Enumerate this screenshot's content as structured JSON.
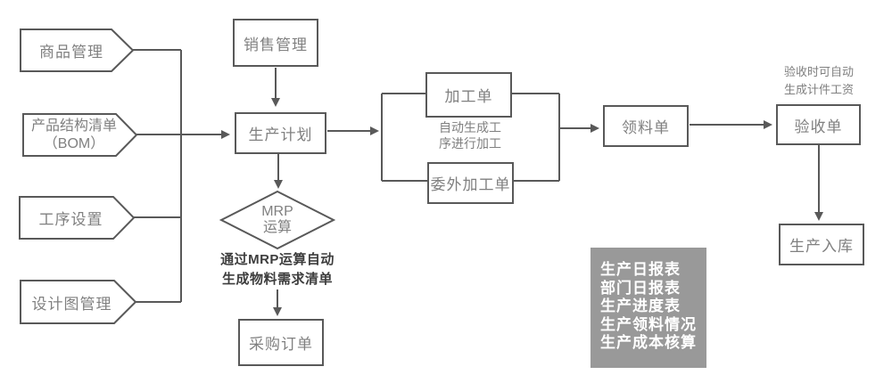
{
  "colors": {
    "line": "#595959",
    "node_text": "#808080",
    "dark_note_text": "#3d3d3d",
    "report_bg": "#999999",
    "report_text": "#ffffff"
  },
  "nodes": {
    "goods": "商品管理",
    "bom_line1": "产品结构清单",
    "bom_line2": "（BOM）",
    "process_setup": "工序设置",
    "design_mgmt": "设计图管理",
    "sales": "销售管理",
    "plan": "生产计划",
    "mrp_line1": "MRP",
    "mrp_line2": "运算",
    "purchase": "采购订单",
    "work_order": "加工单",
    "outsource_order": "委外加工单",
    "picking": "领料单",
    "acceptance": "验收单",
    "warehouse_in": "生产入库"
  },
  "annotations": {
    "mrp_note_line1": "通过MRP运算自动",
    "mrp_note_line2": "生成物料需求清单",
    "work_note_line1": "自动生成工",
    "work_note_line2": "序进行加工",
    "acceptance_note_line1": "验收时可自动",
    "acceptance_note_line2": "生成计件工资"
  },
  "reports": {
    "items": [
      "生产日报表",
      "部门日报表",
      "生产进度表",
      "生产领料情况",
      "生产成本核算"
    ]
  }
}
